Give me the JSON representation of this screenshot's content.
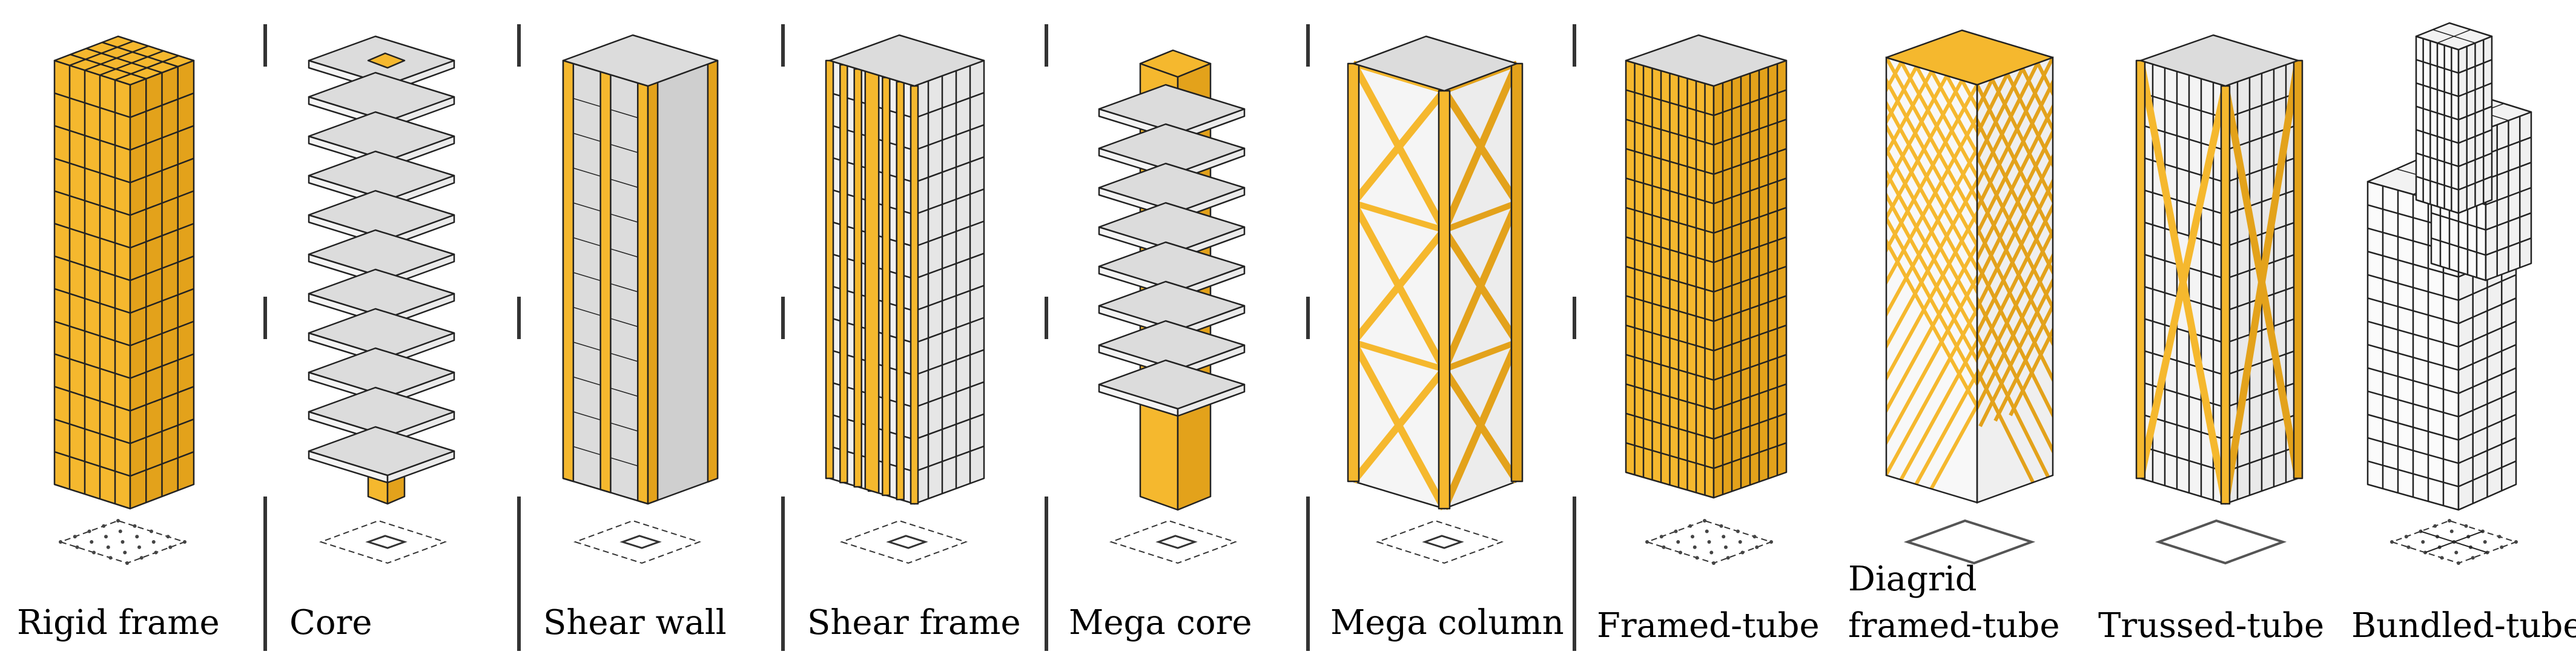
{
  "colors": {
    "accent": "#F5B82E",
    "accent_dark": "#E3A21B",
    "slab": "#DCDCDC",
    "line": "#222222",
    "background": "#FFFFFF"
  },
  "systems": [
    {
      "id": "rigid-frame",
      "label_lines": [
        "Rigid frame"
      ]
    },
    {
      "id": "core",
      "label_lines": [
        "Core"
      ]
    },
    {
      "id": "shear-wall",
      "label_lines": [
        "Shear wall"
      ]
    },
    {
      "id": "shear-frame",
      "label_lines": [
        "Shear frame"
      ]
    },
    {
      "id": "mega-core",
      "label_lines": [
        "Mega core"
      ]
    },
    {
      "id": "mega-column",
      "label_lines": [
        "Mega column"
      ]
    },
    {
      "id": "framed-tube",
      "label_lines": [
        "Framed-tube"
      ]
    },
    {
      "id": "diagrid-framed-tube",
      "label_lines": [
        "Diagrid",
        "framed-tube"
      ]
    },
    {
      "id": "trussed-tube",
      "label_lines": [
        "Trussed-tube"
      ]
    },
    {
      "id": "bundled-tube",
      "label_lines": [
        "Bundled-tube"
      ]
    }
  ]
}
